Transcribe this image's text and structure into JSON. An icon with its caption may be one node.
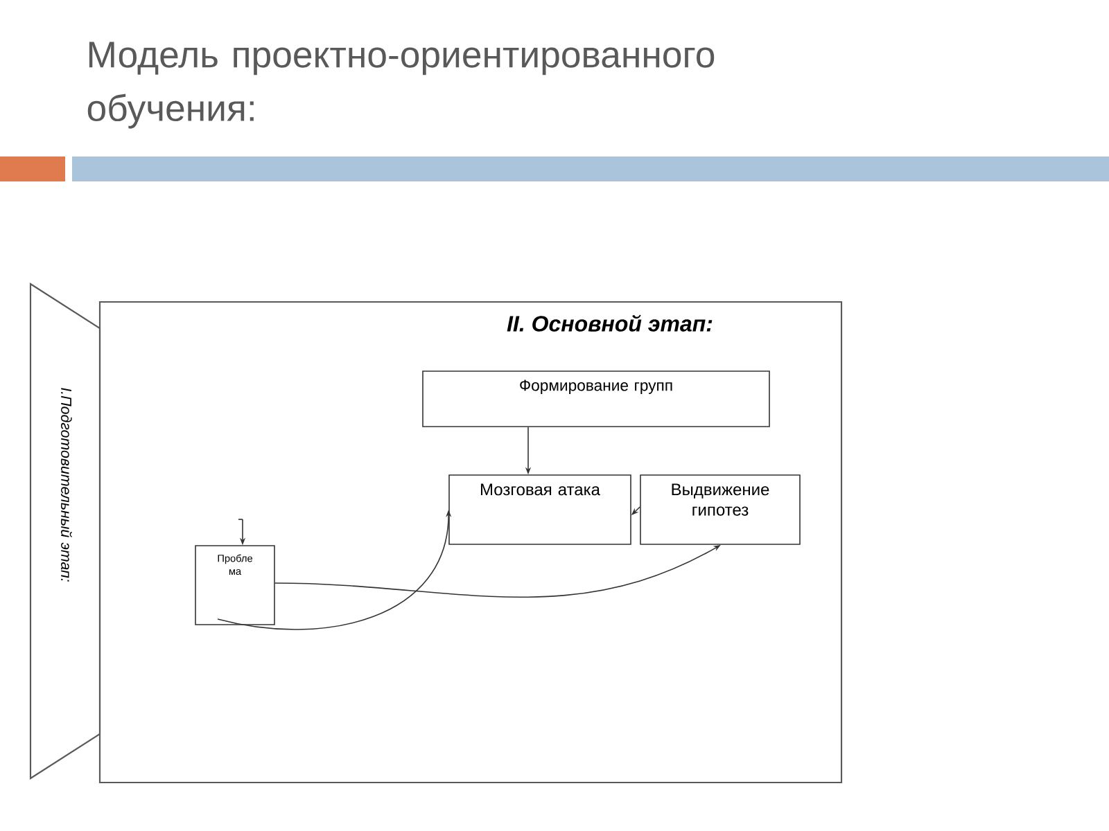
{
  "diagram": {
    "title": "Модель проектно-ориентированного обучения:",
    "nodes": [
      {
        "text": [
          "I.Подготовительный этап:"
        ]
      },
      {
        "text": [
          "II. Основной этап:"
        ]
      },
      {
        "text": [
          "Формирование групп"
        ],
        "in": 1
      },
      {
        "text": [
          "Мозговая атака"
        ],
        "in": 1
      },
      {
        "text": [
          "Выдвижение гипотез"
        ],
        "in": 1
      },
      {
        "text": [
          "Пробле ма"
        ],
        "in": 1
      }
    ],
    "edges": [
      {
        "from": 2,
        "to": 3,
        "arrow": "to"
      },
      {
        "from": 4,
        "to": 3,
        "arrow": "to"
      },
      {
        "from": 5,
        "to": 3,
        "arrow": "to"
      },
      {
        "from": 5,
        "to": 4,
        "arrow": "to"
      },
      {
        "from": null,
        "to": 5,
        "arrow": "to"
      }
    ]
  }
}
